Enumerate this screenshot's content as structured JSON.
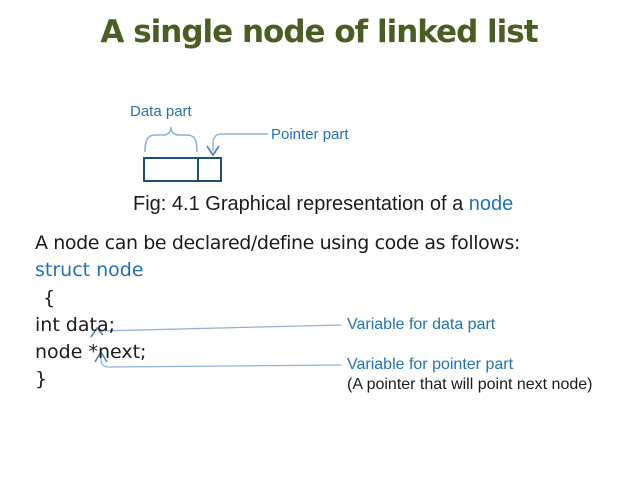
{
  "title": "A single node of linked list",
  "figure": {
    "data_part_label": "Data part",
    "pointer_part_label": "Pointer part",
    "caption_text": "Fig: 4.1 Graphical representation of a",
    "caption_term": "node"
  },
  "content": {
    "intro_line": "A node can be declared/define using code as follows:",
    "code": {
      "line1": "struct node",
      "line2": "{",
      "line3": "int data;",
      "line4": "node *next;",
      "line5": "}"
    },
    "annotations": {
      "data_variable": "Variable for data part",
      "pointer_variable": "Variable for pointer part",
      "pointer_variable_note": "(A pointer that will point next node)"
    }
  },
  "colors": {
    "title_green": "#4a5e23",
    "label_blue": "#2173b8",
    "connector_blue": "#8fb3d9",
    "arrow_blue": "#4d7fb5",
    "box_border": "#1f4e79",
    "text_dark": "#1b1b1b"
  }
}
